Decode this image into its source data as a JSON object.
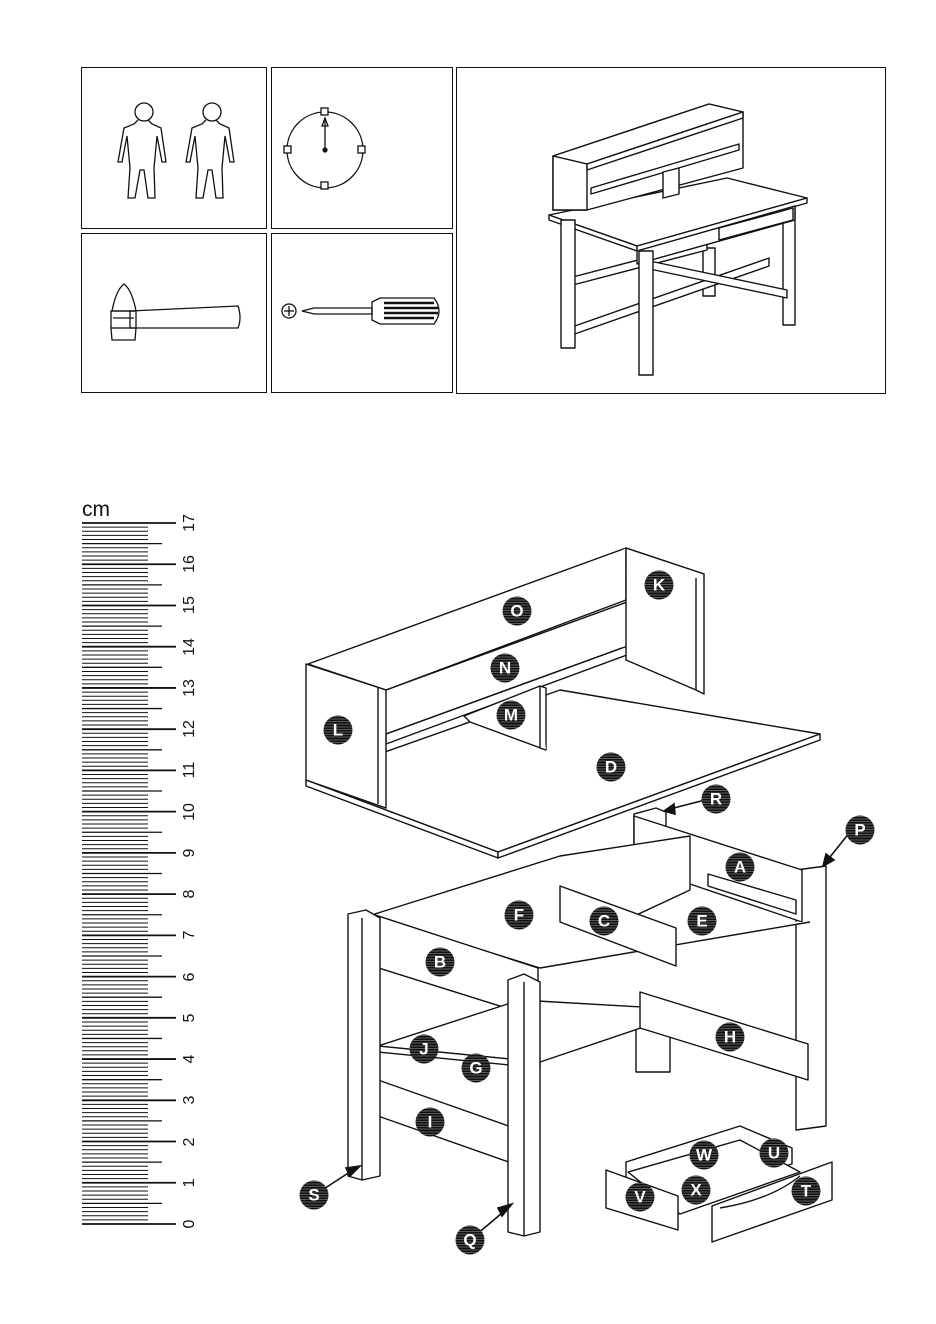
{
  "icons": {
    "two_person": "two-person-icon",
    "time": "clock-icon",
    "hammer": "hammer-icon",
    "screwdriver": "phillips-screwdriver-icon",
    "product": "desk-with-hutch-illustration"
  },
  "ruler": {
    "unit_label": "cm",
    "ticks": [
      "0",
      "1",
      "2",
      "3",
      "4",
      "5",
      "6",
      "7",
      "8",
      "9",
      "10",
      "11",
      "12",
      "13",
      "14",
      "15",
      "16",
      "17"
    ]
  },
  "parts": {
    "A": "A",
    "B": "B",
    "C": "C",
    "D": "D",
    "E": "E",
    "F": "F",
    "G": "G",
    "H": "H",
    "I": "I",
    "J": "J",
    "K": "K",
    "L": "L",
    "M": "M",
    "N": "N",
    "O": "O",
    "P": "P",
    "Q": "Q",
    "R": "R",
    "S": "S",
    "T": "T",
    "U": "U",
    "V": "V",
    "W": "W",
    "X": "X"
  }
}
